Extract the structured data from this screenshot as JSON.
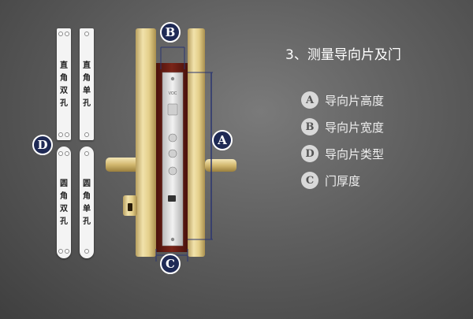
{
  "title": "3、测量导向片及门",
  "legend": [
    {
      "icon": "A",
      "label": "导向片高度"
    },
    {
      "icon": "B",
      "label": "导向片宽度"
    },
    {
      "icon": "D",
      "label": "导向片类型"
    },
    {
      "icon": "C",
      "label": "门厚度"
    }
  ],
  "plates": [
    {
      "label": "直角双孔"
    },
    {
      "label": "直角单孔"
    },
    {
      "label": "圆角双孔"
    },
    {
      "label": "圆角单孔"
    }
  ],
  "markers": {
    "a": "A",
    "b": "B",
    "c": "C",
    "d": "D"
  },
  "lock": {
    "brand": "VOC"
  },
  "colors": {
    "badge": "#1f2a55",
    "gold": "#d9c48a",
    "wood": "#6b1d14"
  }
}
